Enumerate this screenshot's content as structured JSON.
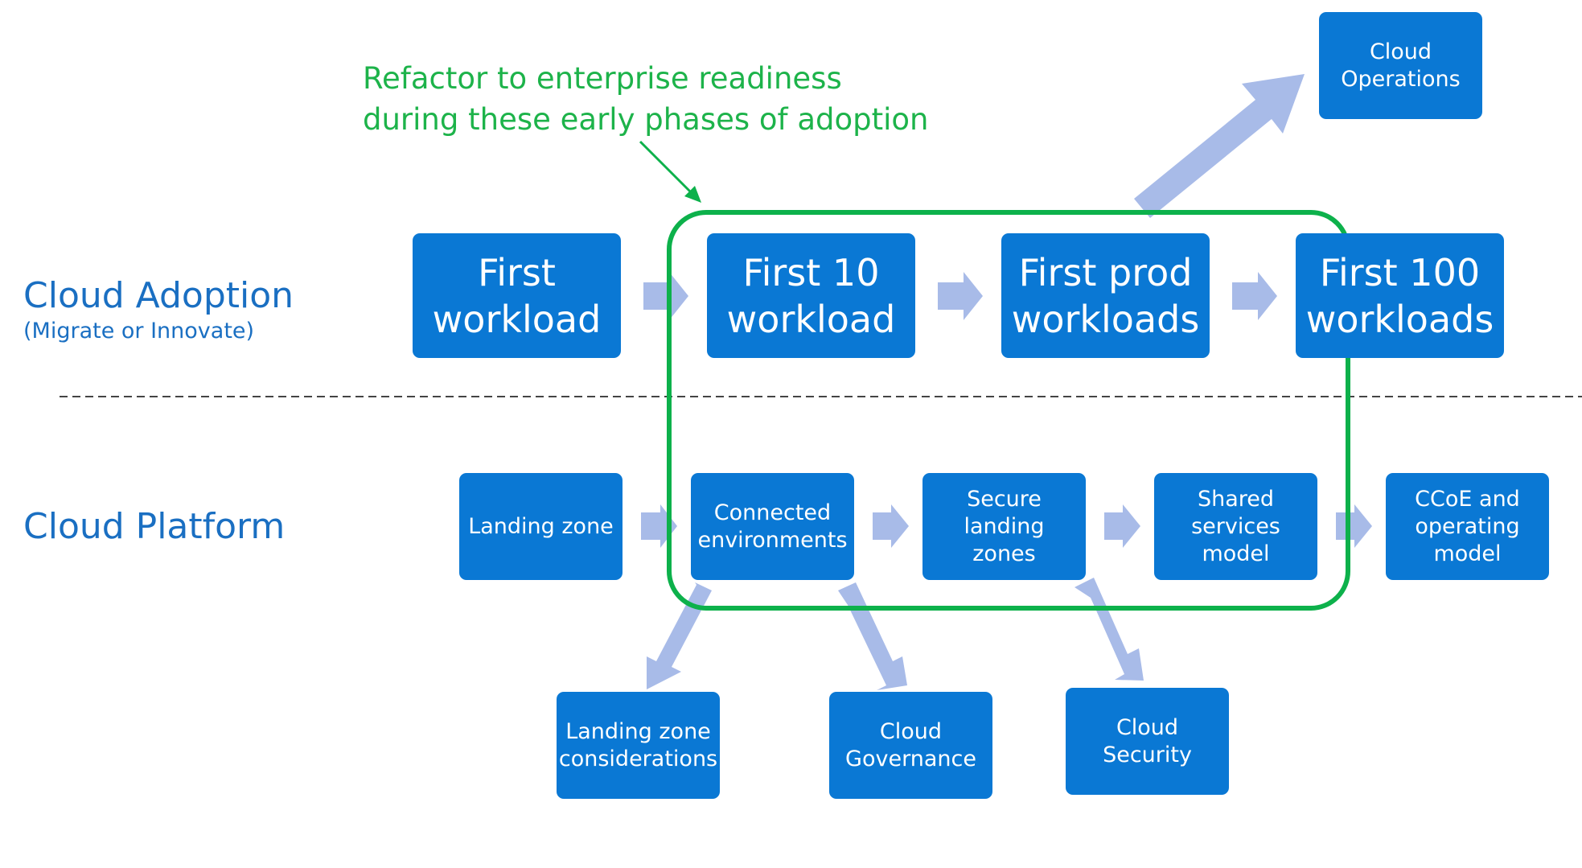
{
  "colors": {
    "box": "#0a78d4",
    "box_text": "#ffffff",
    "arrow": "#a8bbe8",
    "highlight": "#0db14b",
    "note": "#1db34a",
    "label": "#1a6fc2",
    "divider": "#444444"
  },
  "adoption": {
    "title": "Cloud Adoption",
    "subtitle": "(Migrate or Innovate)"
  },
  "platform": {
    "title": "Cloud Platform"
  },
  "note": {
    "line1": "Refactor to enterprise readiness",
    "line2": "during these early phases of adoption"
  },
  "adoption_steps": [
    {
      "line1": "First",
      "line2": "workload"
    },
    {
      "line1": "First 10",
      "line2": "workload"
    },
    {
      "line1": "First prod",
      "line2": "workloads"
    },
    {
      "line1": "First 100",
      "line2": "workloads"
    }
  ],
  "operations": {
    "line1": "Cloud",
    "line2": "Operations"
  },
  "platform_steps": [
    {
      "lines": [
        "Landing zone"
      ]
    },
    {
      "lines": [
        "Connected",
        "environments"
      ]
    },
    {
      "lines": [
        "Secure",
        "landing zones"
      ]
    },
    {
      "lines": [
        "Shared",
        "services",
        "model"
      ]
    },
    {
      "lines": [
        "CCoE and",
        "operating",
        "model"
      ]
    }
  ],
  "outcomes": [
    {
      "line1": "Landing zone",
      "line2": "considerations"
    },
    {
      "line1": "Cloud",
      "line2": "Governance"
    },
    {
      "line1": "Cloud",
      "line2": "Security"
    }
  ]
}
